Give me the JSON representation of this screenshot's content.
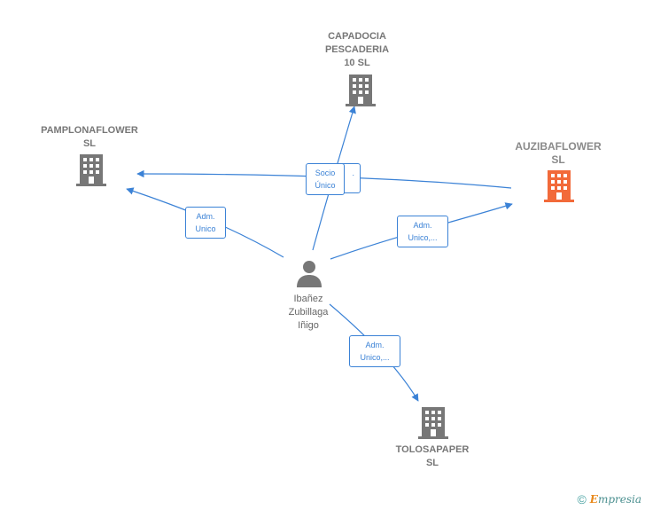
{
  "nodes": {
    "capadocia": {
      "label_lines": [
        "CAPADOCIA",
        "PESCADERIA",
        "10  SL"
      ],
      "icon": "building-icon"
    },
    "pamplonaflower": {
      "label_lines": [
        "PAMPLONAFLOWER",
        "SL"
      ],
      "icon": "building-icon"
    },
    "auzibaflower": {
      "label_lines": [
        "AUZIBAFLOWER",
        "SL"
      ],
      "icon": "building-icon"
    },
    "tolosapaper": {
      "label_lines": [
        "TOLOSAPAPER",
        "SL"
      ],
      "icon": "building-icon"
    },
    "person": {
      "label_lines": [
        "Ibañez",
        "Zubillaga",
        "Iñigo"
      ],
      "icon": "person-icon"
    }
  },
  "edge_labels": {
    "socio_unico": [
      "Socio",
      "Único"
    ],
    "hidden_dot": [
      "."
    ],
    "adm_unico_pamplona": [
      "Adm.",
      "Unico"
    ],
    "adm_unico_auziba": [
      "Adm.",
      "Unico,..."
    ],
    "adm_unico_tolosa": [
      "Adm.",
      "Unico,..."
    ]
  },
  "colors": {
    "edge": "#3b82d6",
    "building_default": "#777777",
    "building_highlight": "#f26a3a",
    "person": "#777777"
  },
  "footer": {
    "copyright": "©",
    "brand_initial": "E",
    "brand_rest": "mpresia"
  }
}
